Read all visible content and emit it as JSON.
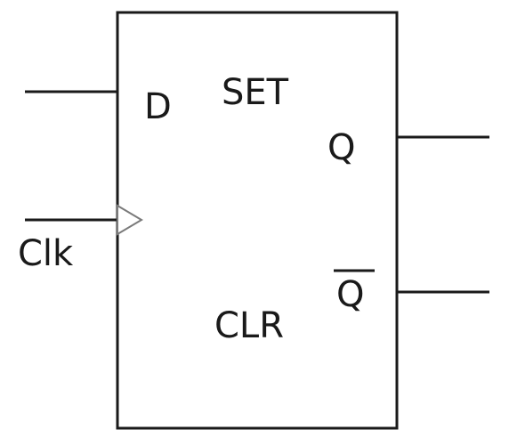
{
  "flipflop": {
    "inputs": {
      "d_label": "D",
      "clk_label": "Clk"
    },
    "controls": {
      "set_label": "SET",
      "clr_label": "CLR"
    },
    "outputs": {
      "q_label": "Q",
      "q_bar_label": "Q"
    }
  }
}
